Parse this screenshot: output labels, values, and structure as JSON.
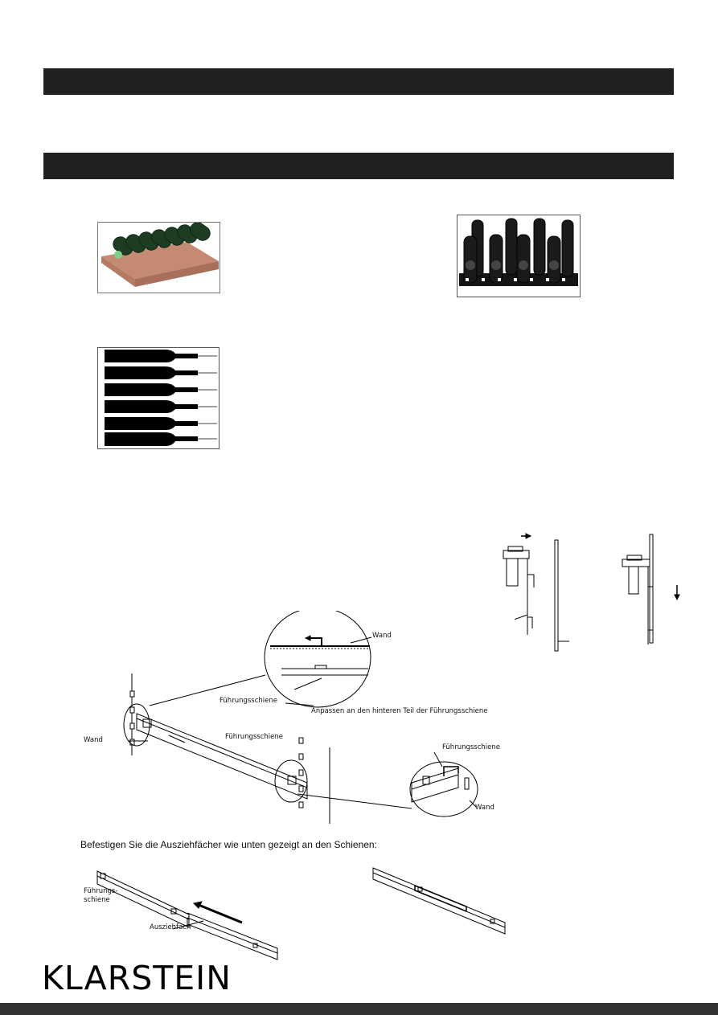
{
  "labels": {
    "wall": "Wand",
    "guide_rail": "Führungsschiene",
    "adapt_rear": "Anpassen an den hinteren Teil der Führungsschiene",
    "guide_rail_hyphen_1": "Führungs-",
    "guide_rail_hyphen_2": "schiene",
    "drawer": "Ausziehfach"
  },
  "caption": "Befestigen Sie die Ausziehfächer wie unten gezeigt an den Schienen:",
  "brand": "KLARSTEIN",
  "colors": {
    "bar": "#202020",
    "footer": "#333333",
    "wood": "#c48a72",
    "bottle": "#1d3d23"
  }
}
